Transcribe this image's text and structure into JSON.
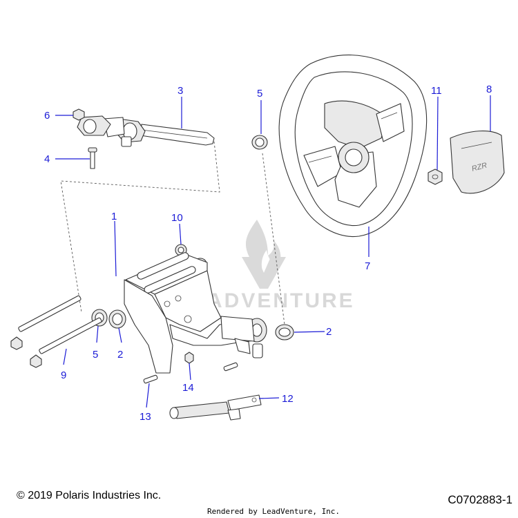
{
  "diagram": {
    "callouts": [
      {
        "id": "c1",
        "label": "1"
      },
      {
        "id": "c2a",
        "label": "2"
      },
      {
        "id": "c2b",
        "label": "2"
      },
      {
        "id": "c3",
        "label": "3"
      },
      {
        "id": "c4",
        "label": "4"
      },
      {
        "id": "c5a",
        "label": "5"
      },
      {
        "id": "c5b",
        "label": "5"
      },
      {
        "id": "c6",
        "label": "6"
      },
      {
        "id": "c7",
        "label": "7"
      },
      {
        "id": "c8",
        "label": "8"
      },
      {
        "id": "c9",
        "label": "9"
      },
      {
        "id": "c10",
        "label": "10"
      },
      {
        "id": "c11",
        "label": "11"
      },
      {
        "id": "c12",
        "label": "12"
      },
      {
        "id": "c13",
        "label": "13"
      },
      {
        "id": "c14",
        "label": "14"
      }
    ],
    "watermark": "ADVENTURE",
    "badge_text": "RZR"
  },
  "footer": {
    "copyright": "© 2019 Polaris Industries Inc.",
    "rendered_by": "Rendered by LeadVenture, Inc.",
    "diagram_code": "C0702883-1"
  }
}
